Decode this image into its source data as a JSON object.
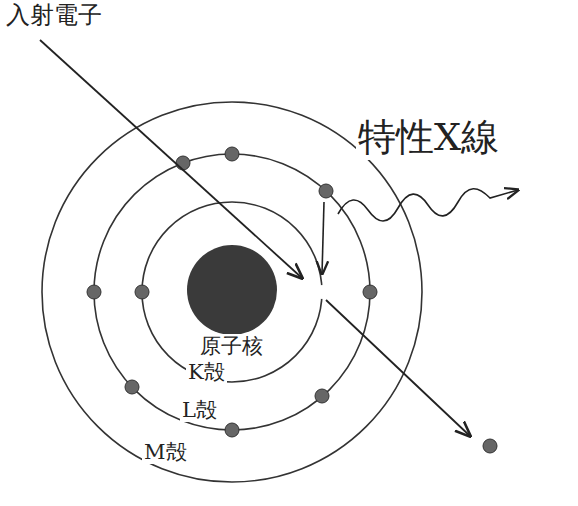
{
  "diagram": {
    "labels": [
      "入射電子",
      "特性X線",
      "原子核",
      "K殻",
      "L殻",
      "M殻"
    ]
  }
}
